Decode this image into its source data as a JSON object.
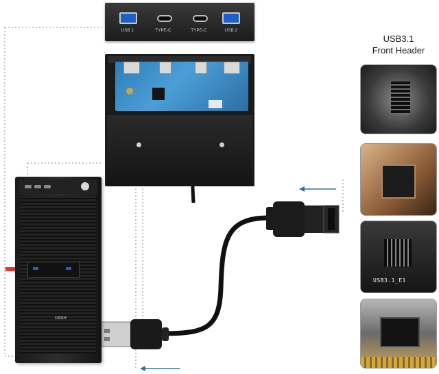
{
  "front_panel": {
    "ports": [
      {
        "label": "USB 1",
        "kind": "usb-a"
      },
      {
        "label": "TYPE-C",
        "kind": "usb-c"
      },
      {
        "label": "TYPE-C",
        "kind": "usb-c"
      },
      {
        "label": "USB 2",
        "kind": "usb-a"
      }
    ]
  },
  "tower": {
    "brand_mark": "DIGIH"
  },
  "right_column": {
    "caption_line1": "USB3.1",
    "caption_line2": "Front Header",
    "photo_label": "USB3.1_E1"
  },
  "colors": {
    "usb_blue": "#1e60c9",
    "pcb_blue": "#4b9fd6",
    "arrow_red": "#e23b2e",
    "arrow_blue": "#2f6fb0",
    "guide_dots": "#b0b0b0"
  }
}
